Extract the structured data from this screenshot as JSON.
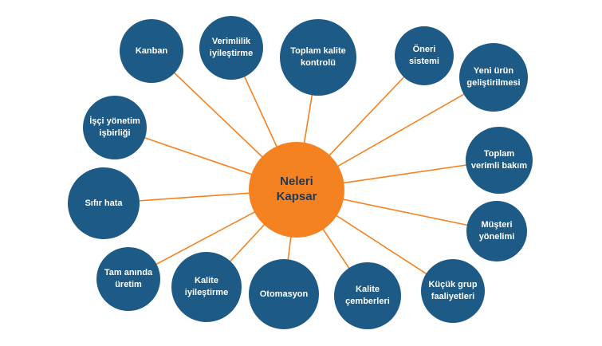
{
  "diagram": {
    "colors": {
      "node": "#1d5a85",
      "center": "#f58220",
      "connector": "#f58220",
      "node_text": "#ffffff",
      "center_text": "#1d3b57"
    },
    "center_label": "Neleri\nKapsar",
    "nodes": [
      {
        "id": "kanban",
        "label": "Kanban"
      },
      {
        "id": "verimlilik",
        "label": "Verimlilik\niyileştirme"
      },
      {
        "id": "toplam-kalite",
        "label": "Toplam kalite\nkontrolü"
      },
      {
        "id": "oneri",
        "label": "Öneri\nsistemi"
      },
      {
        "id": "yeni-urun",
        "label": "Yeni ürün\ngeliştirilmesi"
      },
      {
        "id": "isci",
        "label": "İşçi yönetim\nişbirliği"
      },
      {
        "id": "toplam-verimli",
        "label": "Toplam\nverimli bakım"
      },
      {
        "id": "sifir-hata",
        "label": "Sıfır hata"
      },
      {
        "id": "musteri",
        "label": "Müşteri\nyönelimi"
      },
      {
        "id": "tam-aninda",
        "label": "Tam anında\nüretim"
      },
      {
        "id": "kalite-iyilestirme",
        "label": "Kalite\niyileştirme"
      },
      {
        "id": "otomasyon",
        "label": "Otomasyon"
      },
      {
        "id": "kalite-cemberleri",
        "label": "Kalite\nçemberleri"
      },
      {
        "id": "kucuk-grup",
        "label": "Küçük grup\nfaaliyetleri"
      }
    ]
  }
}
